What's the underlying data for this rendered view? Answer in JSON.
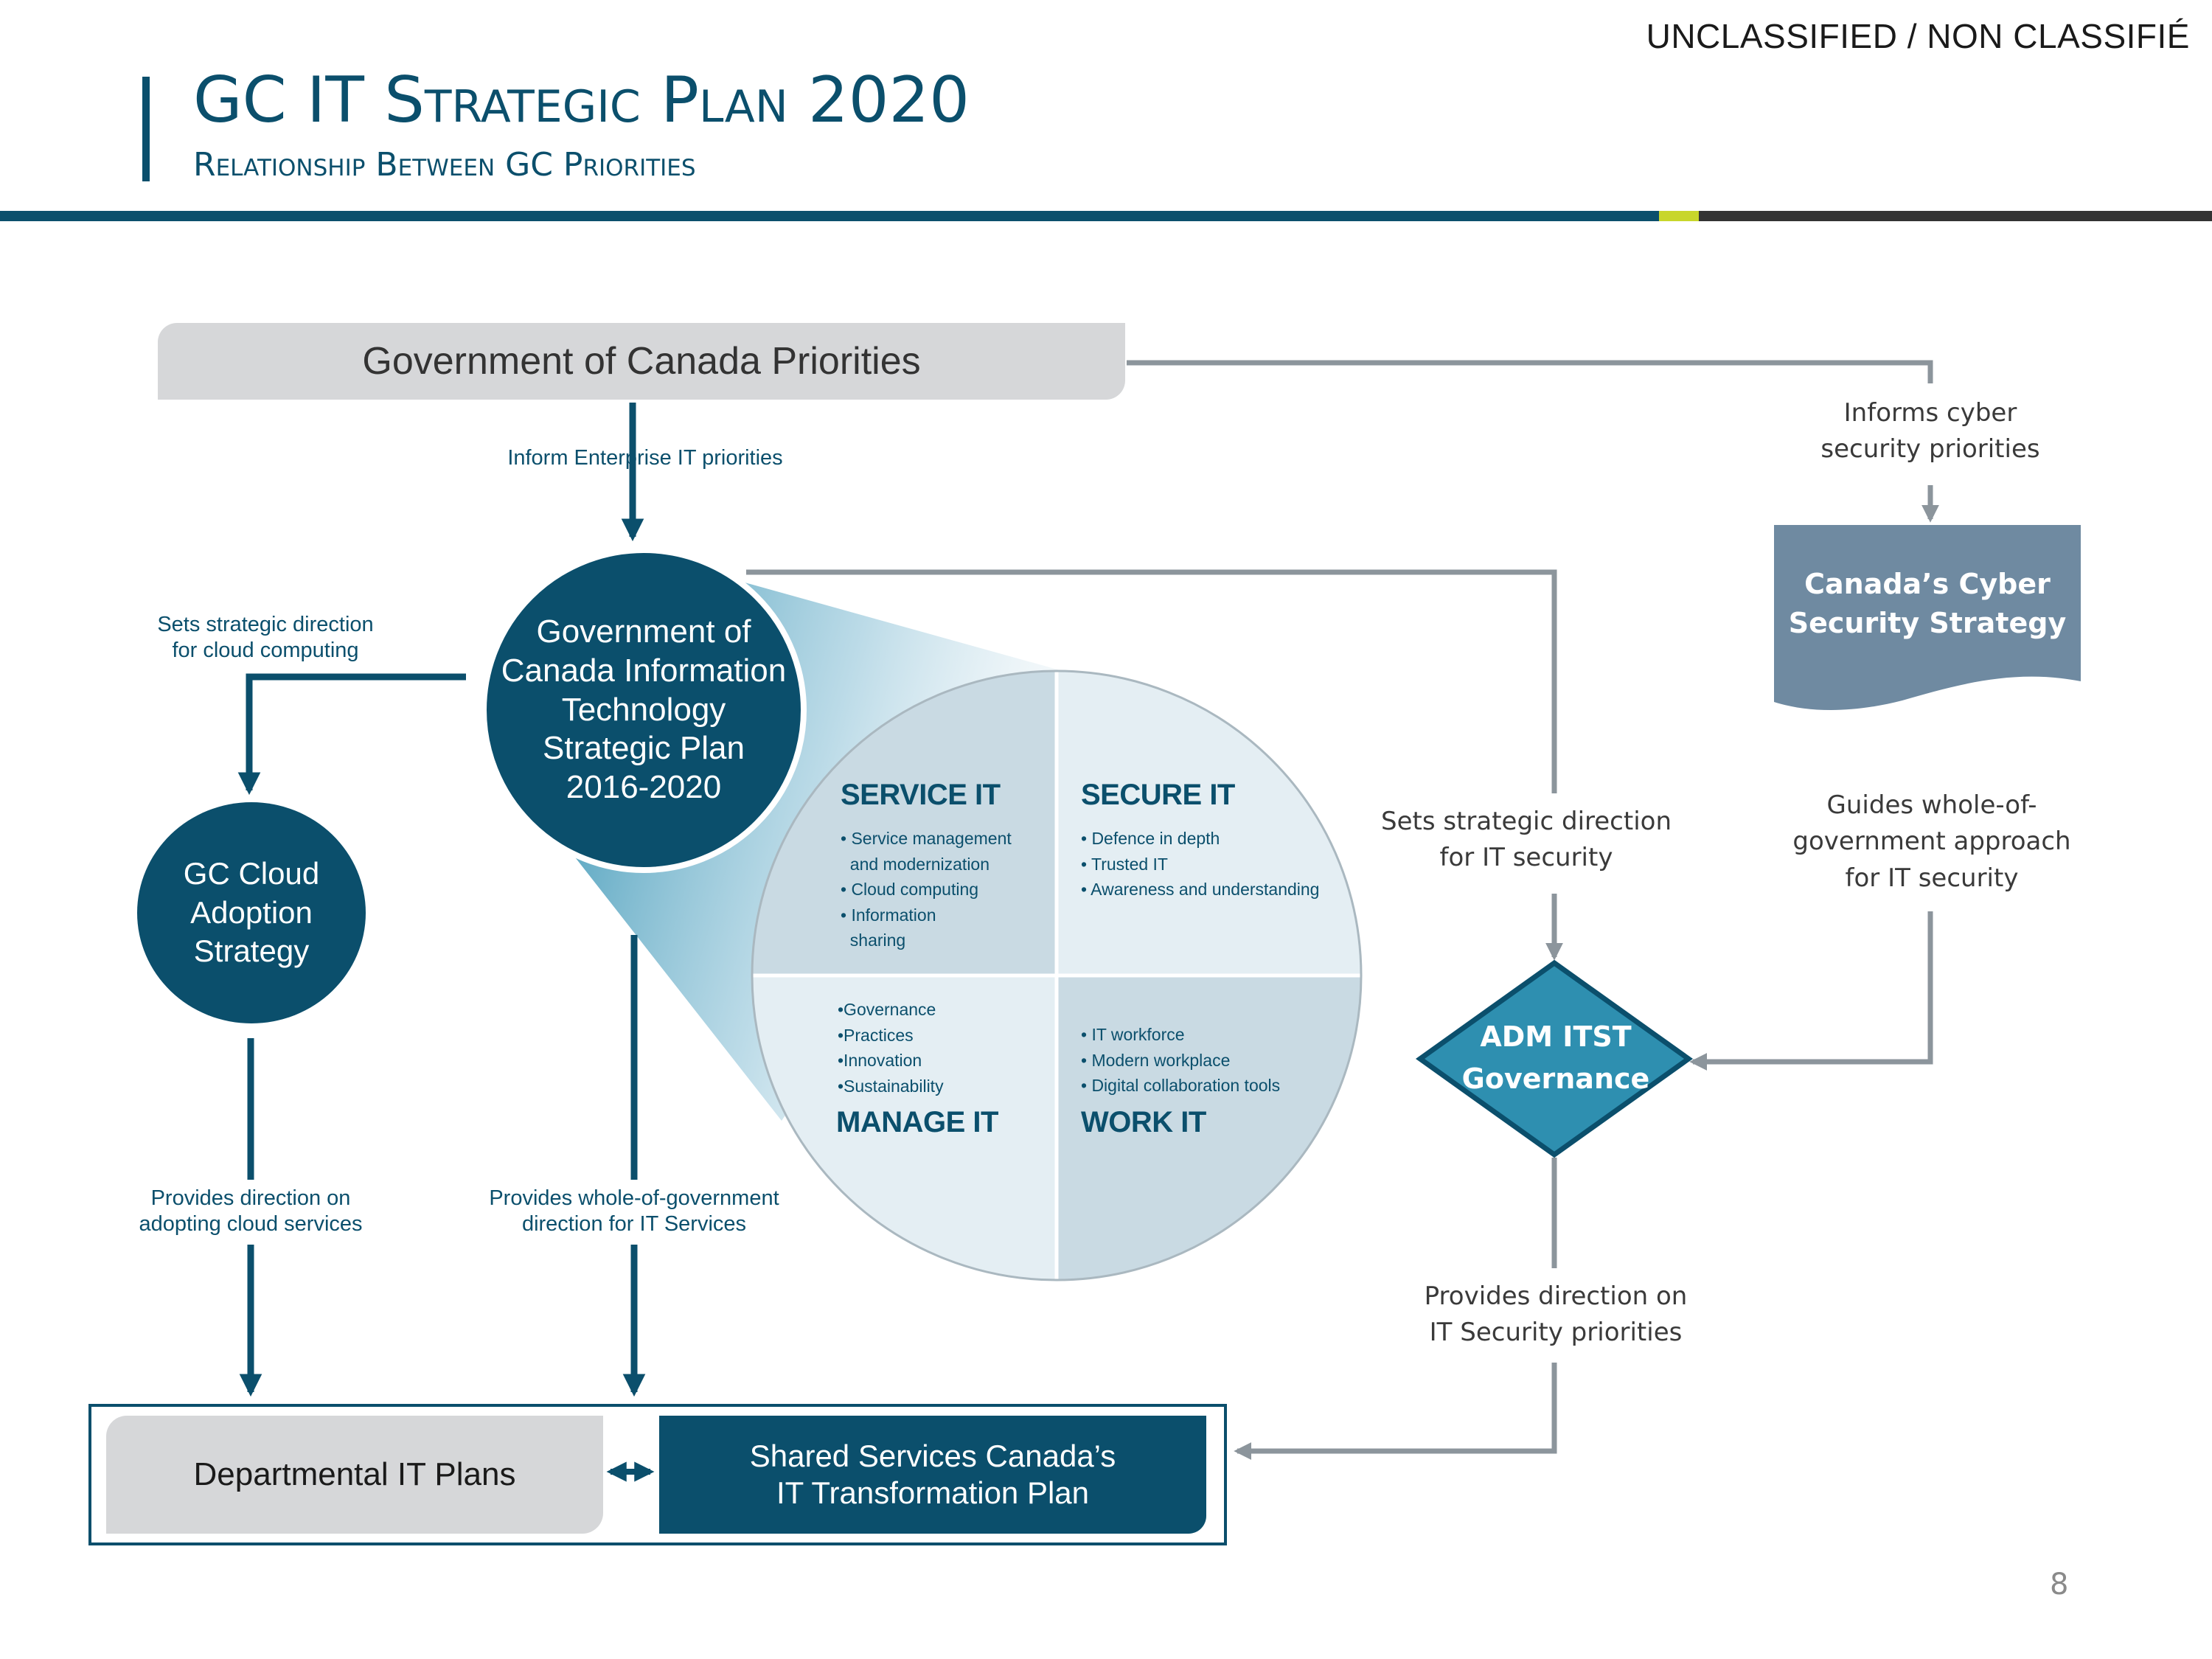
{
  "header": {
    "classification": "UNCLASSIFIED / NON CLASSIFIÉ",
    "title": "GC IT Strategic Plan 2020",
    "subtitle": "Relationship Between GC Priorities"
  },
  "nodes": {
    "gc_priorities": "Government of Canada Priorities",
    "it_strategic_plan": [
      "Government of",
      "Canada Information",
      "Technology",
      "Strategic Plan",
      "2016-2020"
    ],
    "cloud_strategy": [
      "GC Cloud",
      "Adoption",
      "Strategy"
    ],
    "cyber_strategy": [
      "Canada’s Cyber",
      "Security Strategy"
    ],
    "adm_governance": [
      "ADM ITST",
      "Governance"
    ],
    "departmental_plans": "Departmental IT Plans",
    "ssc_plan": [
      "Shared Services Canada’s",
      "IT Transformation Plan"
    ]
  },
  "quadrants": {
    "service_it": {
      "title": "SERVICE IT",
      "bullets": [
        "• Service management",
        "  and modernization",
        "• Cloud computing",
        "• Information",
        "  sharing"
      ]
    },
    "secure_it": {
      "title": "SECURE IT",
      "bullets": [
        "• Defence in depth",
        "• Trusted IT",
        "• Awareness and understanding"
      ]
    },
    "manage_it": {
      "title": "MANAGE IT",
      "bullets": [
        "•Governance",
        "•Practices",
        "•Innovation",
        "•Sustainability"
      ]
    },
    "work_it": {
      "title": "WORK IT",
      "bullets": [
        "• IT workforce",
        "• Modern workplace",
        "• Digital collaboration tools"
      ]
    }
  },
  "edge_labels": {
    "inform_enterprise": "Inform Enterprise IT priorities",
    "sets_cloud_direction": [
      "Sets strategic direction",
      "for cloud computing"
    ],
    "provides_cloud_direction": [
      "Provides direction on",
      "adopting cloud services"
    ],
    "provides_wog_direction": [
      "Provides whole-of-government",
      "direction for IT Services"
    ],
    "informs_cyber": [
      "Informs cyber",
      "security priorities"
    ],
    "sets_security_direction": [
      "Sets strategic direction",
      "for IT security"
    ],
    "guides_wog_security": [
      "Guides whole-of-",
      "government approach",
      "for IT security"
    ],
    "provides_security_direction": [
      "Provides direction on",
      "IT Security priorities"
    ]
  },
  "colors": {
    "navy": "#0b4f6c",
    "teal": "#2e8fb0",
    "grey_box": "#d6d7d9",
    "connector_grey": "#8c959c",
    "cyber_box": "#6f8aa1",
    "accent_lime": "#c8d62b"
  },
  "footer": {
    "page_number": "8"
  }
}
